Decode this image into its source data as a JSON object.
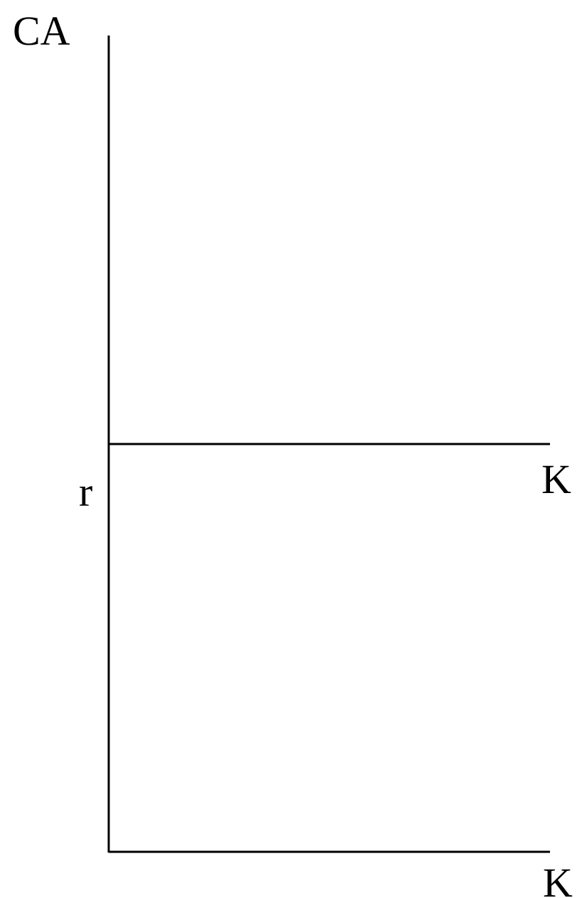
{
  "diagram": {
    "y_axis_label": "CA",
    "r_label": "r",
    "upper_line_label": "K",
    "x_axis_label": "K",
    "line_color": "#000000",
    "text_color": "#000000"
  }
}
